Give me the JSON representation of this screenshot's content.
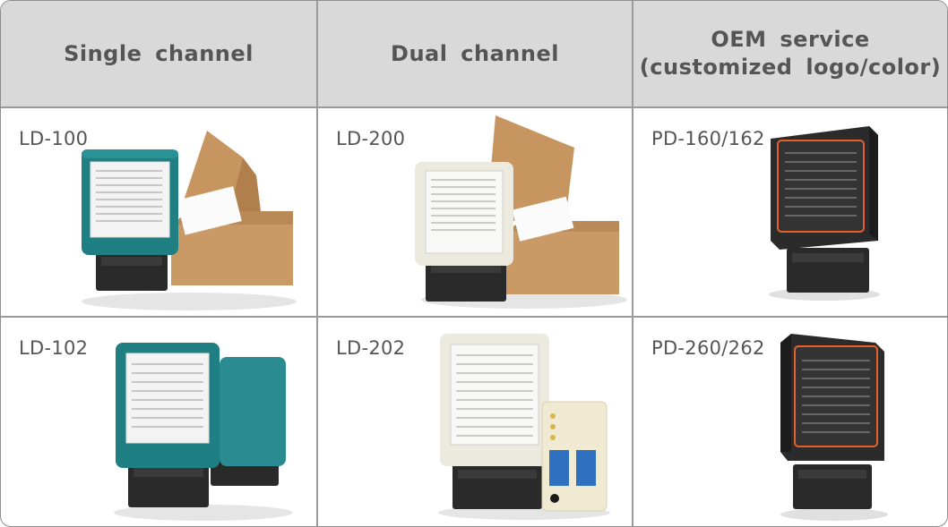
{
  "headers": [
    {
      "line1": "Single channel",
      "line2": ""
    },
    {
      "line1": "Dual channel",
      "line2": ""
    },
    {
      "line1": "OEM service",
      "line2": "(customized logo/color)"
    }
  ],
  "rows": [
    [
      {
        "model": "LD-100",
        "image": "teal-detector-with-carton-box",
        "body_color": "#1f7f83"
      },
      {
        "model": "LD-200",
        "image": "white-detector-with-carton-box",
        "body_color": "#ece9df"
      },
      {
        "model": "PD-160/162",
        "image": "black-detector-orange-label",
        "body_color": "#2b2b2b"
      }
    ],
    [
      {
        "model": "LD-102",
        "image": "two-teal-detectors",
        "body_color": "#1f7f83"
      },
      {
        "model": "LD-202",
        "image": "white-detector-with-tester",
        "body_color": "#ece9df"
      },
      {
        "model": "PD-260/262",
        "image": "black-detector-orange-label",
        "body_color": "#2b2b2b"
      }
    ]
  ]
}
